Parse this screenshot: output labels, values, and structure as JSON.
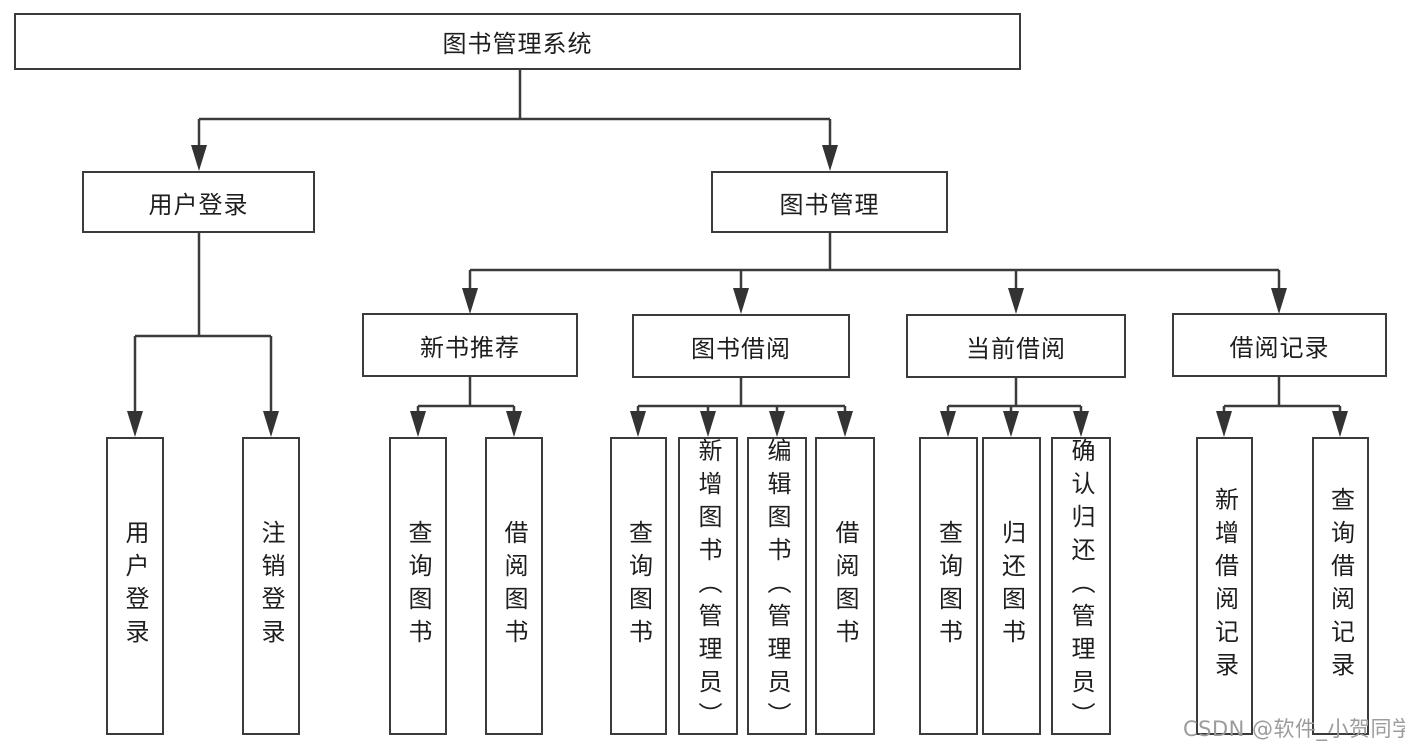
{
  "tree": {
    "label": "图书管理系统",
    "children": [
      {
        "label": "用户登录",
        "children": [
          {
            "label": "用户登录"
          },
          {
            "label": "注销登录"
          }
        ]
      },
      {
        "label": "图书管理",
        "children": [
          {
            "label": "新书推荐",
            "children": [
              {
                "label": "查询图书"
              },
              {
                "label": "借阅图书"
              }
            ]
          },
          {
            "label": "图书借阅",
            "children": [
              {
                "label": "查询图书"
              },
              {
                "label": "新增图书（管理员）"
              },
              {
                "label": "编辑图书（管理员）"
              },
              {
                "label": "借阅图书"
              }
            ]
          },
          {
            "label": "当前借阅",
            "children": [
              {
                "label": "查询图书"
              },
              {
                "label": "归还图书"
              },
              {
                "label": "确认归还（管理员）"
              }
            ]
          },
          {
            "label": "借阅记录",
            "children": [
              {
                "label": "新增借阅记录"
              },
              {
                "label": "查询借阅记录"
              }
            ]
          }
        ]
      }
    ]
  },
  "watermark": {
    "text": "CSDN @软件_小贺同学"
  },
  "colors": {
    "line": "#3b3b3b",
    "box_border": "#3b3b3b",
    "text": "#1e1e1e",
    "watermark": "#9c9c9c",
    "background": "#ffffff"
  }
}
